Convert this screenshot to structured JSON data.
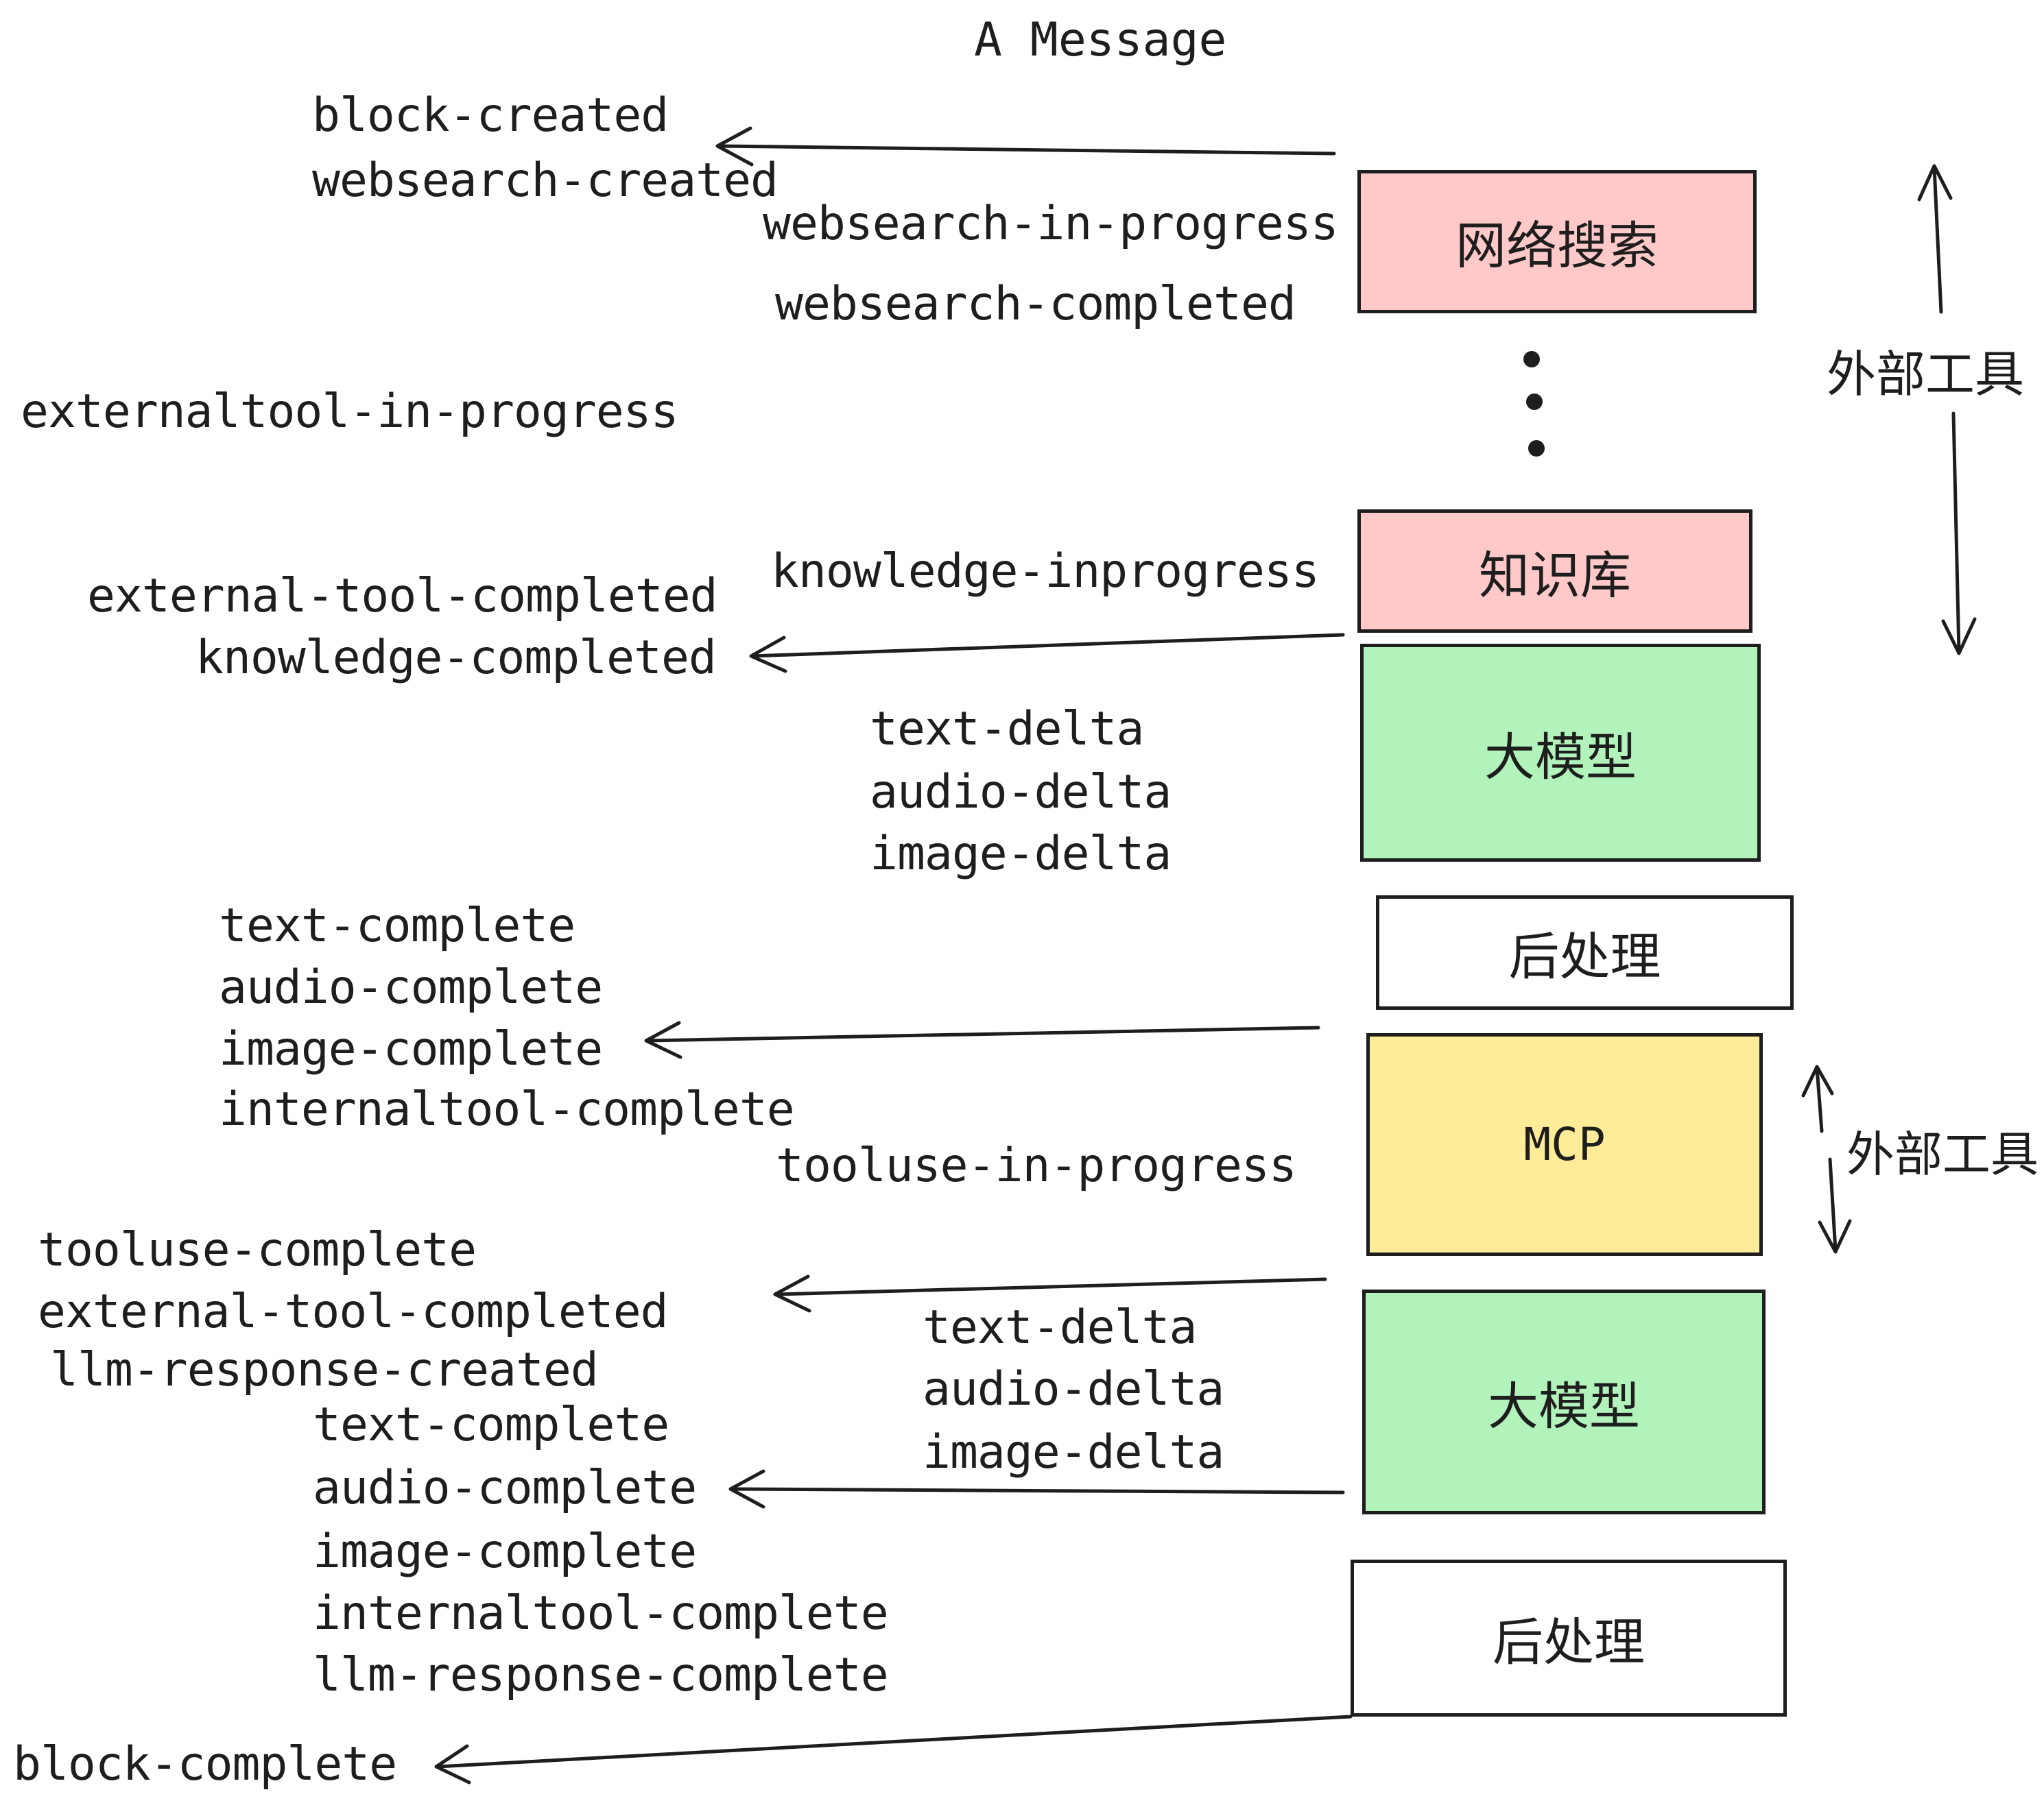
{
  "title": "A Message",
  "colors": {
    "stroke": "#1e1e1e",
    "pink": "#ffc9c9",
    "green": "#b2f2bb",
    "yellow": "#ffec99",
    "white": "#ffffff"
  },
  "boxes": {
    "websearch": {
      "label": "网络搜索",
      "color": "#ffc9c9"
    },
    "knowledge": {
      "label": "知识库",
      "color": "#ffc9c9"
    },
    "llm_top": {
      "label": "大模型",
      "color": "#b2f2bb"
    },
    "post_top": {
      "label": "后处理",
      "color": "#ffffff"
    },
    "mcp": {
      "label": "MCP",
      "color": "#ffec99"
    },
    "llm_bottom": {
      "label": "大模型",
      "color": "#b2f2bb"
    },
    "post_bottom": {
      "label": "后处理",
      "color": "#ffffff"
    }
  },
  "side_annotations": {
    "external_tools_top": "外部工具",
    "external_tools_mid": "外部工具"
  },
  "events": {
    "block_created": "block-created",
    "websearch_created": "websearch-created",
    "websearch_in_progress": "websearch-in-progress",
    "websearch_completed": "websearch-completed",
    "externaltool_in_progress": "externaltool-in-progress",
    "external_tool_completed": "external-tool-completed",
    "knowledge_completed": "knowledge-completed",
    "knowledge_inprogress": "knowledge-inprogress",
    "text_delta": "text-delta",
    "audio_delta": "audio-delta",
    "image_delta": "image-delta",
    "text_complete": "text-complete",
    "audio_complete": "audio-complete",
    "image_complete": "image-complete",
    "internaltool_complete": "internaltool-complete",
    "tooluse_in_progress": "tooluse-in-progress",
    "tooluse_complete": "tooluse-complete",
    "llm_response_created": "llm-response-created",
    "llm_response_complete": "llm-response-complete",
    "block_complete": "block-complete"
  }
}
